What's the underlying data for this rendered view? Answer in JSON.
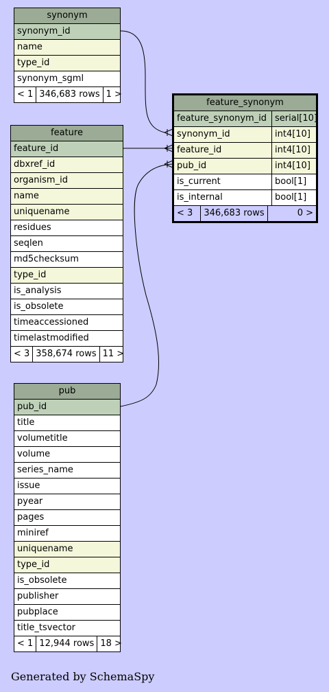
{
  "tables": {
    "synonym": {
      "title": "synonym",
      "columns": [
        {
          "name": "synonym_id",
          "role": "pk"
        },
        {
          "name": "name",
          "role": "fk"
        },
        {
          "name": "type_id",
          "role": "fk"
        },
        {
          "name": "synonym_sgml",
          "role": "plain"
        }
      ],
      "footer": {
        "left": "< 1",
        "rows": "346,683 rows",
        "right": "1 >"
      }
    },
    "feature": {
      "title": "feature",
      "columns": [
        {
          "name": "feature_id",
          "role": "pk"
        },
        {
          "name": "dbxref_id",
          "role": "fk"
        },
        {
          "name": "organism_id",
          "role": "fk"
        },
        {
          "name": "name",
          "role": "fk"
        },
        {
          "name": "uniquename",
          "role": "fk"
        },
        {
          "name": "residues",
          "role": "plain"
        },
        {
          "name": "seqlen",
          "role": "plain"
        },
        {
          "name": "md5checksum",
          "role": "plain"
        },
        {
          "name": "type_id",
          "role": "fk"
        },
        {
          "name": "is_analysis",
          "role": "plain"
        },
        {
          "name": "is_obsolete",
          "role": "plain"
        },
        {
          "name": "timeaccessioned",
          "role": "plain"
        },
        {
          "name": "timelastmodified",
          "role": "plain"
        }
      ],
      "footer": {
        "left": "< 3",
        "rows": "358,674 rows",
        "right": "11 >"
      }
    },
    "pub": {
      "title": "pub",
      "columns": [
        {
          "name": "pub_id",
          "role": "pk"
        },
        {
          "name": "title",
          "role": "plain"
        },
        {
          "name": "volumetitle",
          "role": "plain"
        },
        {
          "name": "volume",
          "role": "plain"
        },
        {
          "name": "series_name",
          "role": "plain"
        },
        {
          "name": "issue",
          "role": "plain"
        },
        {
          "name": "pyear",
          "role": "plain"
        },
        {
          "name": "pages",
          "role": "plain"
        },
        {
          "name": "miniref",
          "role": "plain"
        },
        {
          "name": "uniquename",
          "role": "fk"
        },
        {
          "name": "type_id",
          "role": "fk"
        },
        {
          "name": "is_obsolete",
          "role": "plain"
        },
        {
          "name": "publisher",
          "role": "plain"
        },
        {
          "name": "pubplace",
          "role": "plain"
        },
        {
          "name": "title_tsvector",
          "role": "plain"
        }
      ],
      "footer": {
        "left": "< 1",
        "rows": "12,944 rows",
        "right": "18 >"
      }
    },
    "feature_synonym": {
      "title": "feature_synonym",
      "columns": [
        {
          "name": "feature_synonym_id",
          "type": "serial[10]",
          "role": "pk"
        },
        {
          "name": "synonym_id",
          "type": "int4[10]",
          "role": "fk"
        },
        {
          "name": "feature_id",
          "type": "int4[10]",
          "role": "fk"
        },
        {
          "name": "pub_id",
          "type": "int4[10]",
          "role": "fk"
        },
        {
          "name": "is_current",
          "type": "bool[1]",
          "role": "plain"
        },
        {
          "name": "is_internal",
          "type": "bool[1]",
          "role": "plain"
        }
      ],
      "footer": {
        "left": "< 3",
        "rows": "346,683 rows",
        "right": "0 >"
      }
    }
  },
  "footer_text": "Generated by SchemaSpy",
  "colors": {
    "background": "#ccccff",
    "header": "#9bab96",
    "pk": "#bed1b8",
    "fk": "#f4f7da"
  }
}
